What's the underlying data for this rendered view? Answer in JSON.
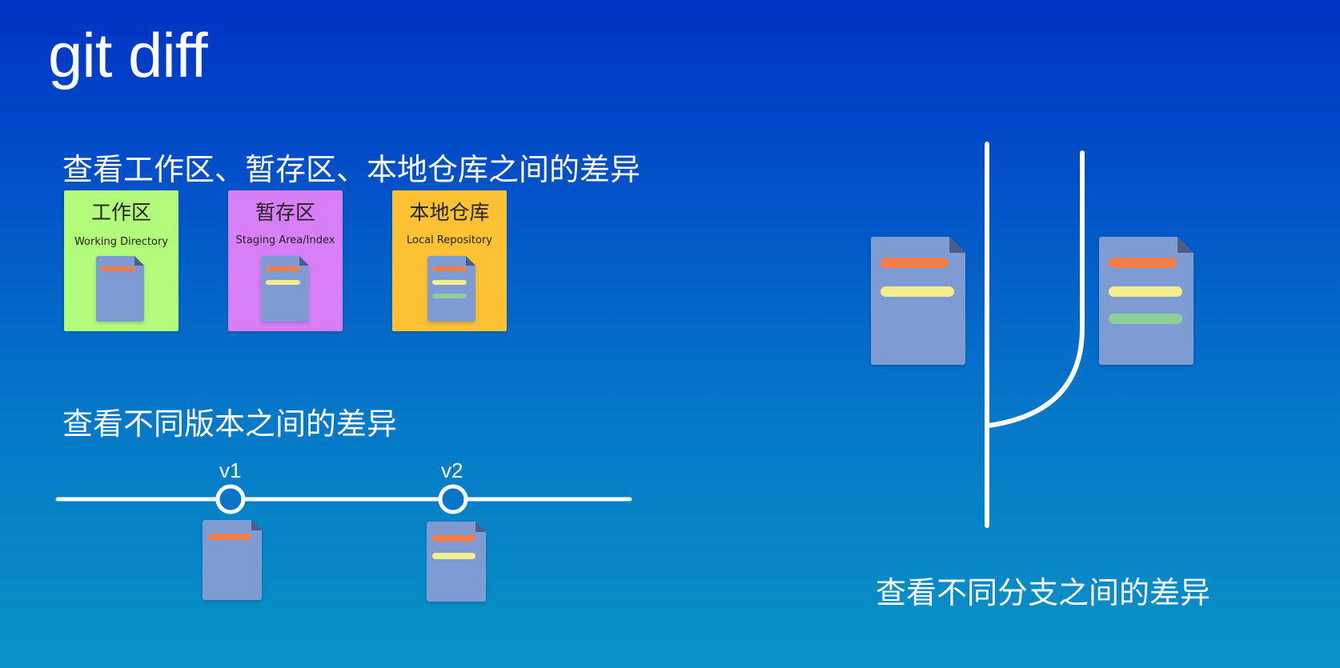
{
  "title": "git diff",
  "section1": {
    "heading": "查看工作区、暂存区、本地仓库之间的差异",
    "cards": [
      {
        "title": "工作区",
        "subtitle": "Working Directory",
        "color": "#b3fb7b"
      },
      {
        "title": "暂存区",
        "subtitle": "Staging Area/Index",
        "color": "#d87ef7"
      },
      {
        "title": "本地仓库",
        "subtitle": "Local Repository",
        "color": "#fdc134"
      }
    ]
  },
  "section2": {
    "heading": "查看不同版本之间的差异",
    "versions": [
      "v1",
      "v2"
    ]
  },
  "section3": {
    "caption": "查看不同分支之间的差异"
  },
  "colors": {
    "doc": "#7e9bd3",
    "doc_fold": "#4e5d86",
    "bar_orange": "#f47e45",
    "bar_yellow": "#f3ee8b",
    "bar_green": "#8dcf96"
  }
}
